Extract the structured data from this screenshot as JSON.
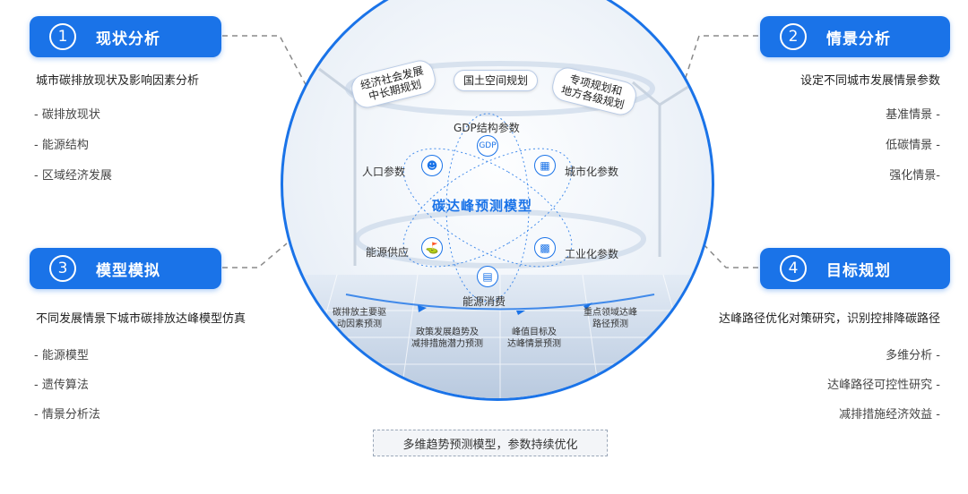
{
  "panels": [
    {
      "num": "1",
      "title": "现状分析",
      "heading": "城市碳排放现状及影响因素分析",
      "items": [
        "- 碳排放现状",
        "- 能源结构",
        "- 区域经济发展"
      ]
    },
    {
      "num": "2",
      "title": "情景分析",
      "heading": "设定不同城市发展情景参数",
      "items": [
        "基准情景 -",
        "低碳情景 -",
        "强化情景-"
      ]
    },
    {
      "num": "3",
      "title": "模型模拟",
      "heading": "不同发展情景下城市碳排放达峰模型仿真",
      "items": [
        "- 能源模型",
        "- 遗传算法",
        "- 情景分析法"
      ]
    },
    {
      "num": "4",
      "title": "目标规划",
      "heading": "达峰路径优化对策研究，识别控排降碳路径",
      "items": [
        "多维分析 -",
        "达峰路径可控性研究 -",
        "减排措施经济效益 -"
      ]
    }
  ],
  "top_tags": {
    "left": "经济社会发展\n中长期规划",
    "center": "国土空间规划",
    "right": "专项规划和\n地方各级规划"
  },
  "core": "碳达峰预测模型",
  "nodes": {
    "gdp": "GDP结构参数",
    "gdp_icon": "GDP",
    "population": "人口参数",
    "urbanization": "城市化参数",
    "energy_supply": "能源供应",
    "industry": "工业化参数",
    "consumption": "能源消费"
  },
  "icons": {
    "gdp": "gdp-icon",
    "population": "people-icon",
    "urbanization": "building-icon",
    "energy_supply": "oil-pump-icon",
    "industry": "factory-icon",
    "consumption": "car-icon"
  },
  "stages": {
    "s1": "碳排放主要驱\n动因素预测",
    "s2": "政策发展趋势及\n减排措施潜力预测",
    "s3": "峰值目标及\n达峰情景预测",
    "s4": "重点领域达峰\n路径预测"
  },
  "bottom": "多维趋势预测模型，参数持续优化",
  "colors": {
    "accent": "#1a73e8"
  }
}
